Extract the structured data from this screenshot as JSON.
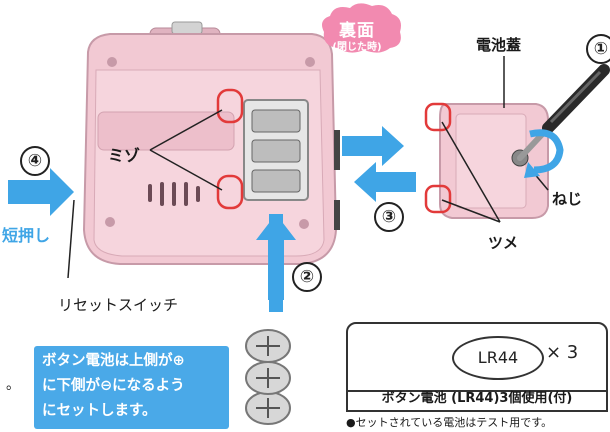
{
  "badge": {
    "title": "裏面",
    "subtitle": "(閉じた時)"
  },
  "steps": [
    "①",
    "②",
    "③",
    "④"
  ],
  "labels": {
    "cover": "電池蓋",
    "slot": "ミゾ",
    "screw": "ねじ",
    "tabs": "ツメ",
    "push": "短押し",
    "reset": "リセットスイッチ",
    "stray": "。"
  },
  "info": {
    "line1": "ボタン電池は上側が⊕",
    "line2": "に下側が⊖になるよう",
    "line3": "にセットします。"
  },
  "battery": {
    "model": "LR44",
    "count": "× 3",
    "caption": "ボタン電池 (LR44)3個使用(付)",
    "note": "●セットされている電池はテスト用です。"
  },
  "colors": {
    "device_pink": "#f2c9d3",
    "badge_pink": "#f28ab0",
    "arrow_blue": "#3fa5e6",
    "highlight_red": "#e23a3a",
    "info_blue": "#4aa9e8"
  },
  "icons": [
    "screwdriver-icon",
    "rotate-arrow-icon",
    "button-cell-icon"
  ]
}
